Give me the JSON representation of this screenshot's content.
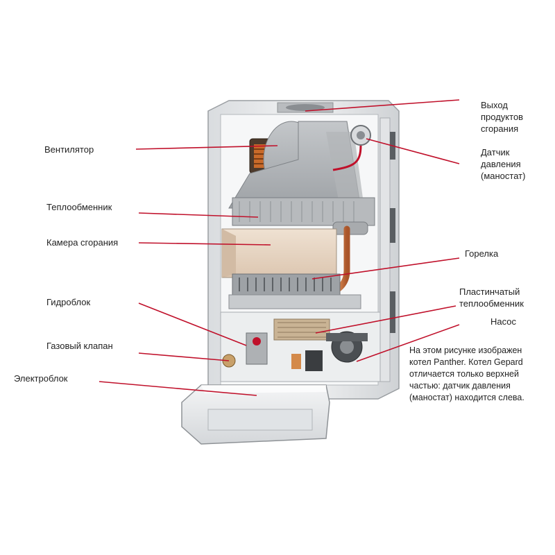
{
  "labels": {
    "exhaust_outlet": [
      "Выход",
      "продуктов",
      "сгорания"
    ],
    "fan": "Вентилятор",
    "pressure_sensor": [
      "Датчик",
      "давления",
      "(маностат)"
    ],
    "heat_exchanger": "Теплообменник",
    "combustion_chamber": "Камера сгорания",
    "burner": "Горелка",
    "hydro_block": "Гидроблок",
    "plate_heat_exchanger": [
      "Пластинчатый",
      "теплообменник"
    ],
    "pump": "Насос",
    "gas_valve": "Газовый клапан",
    "electro_block": "Электроблок"
  },
  "note": [
    "На этом рисунке изображен",
    "котел Panther.  Котел Gepard",
    "отличается только верхней",
    "частью: датчик давления",
    "(маностат) находится слева."
  ],
  "colors": {
    "leader_line": "#c0102a",
    "text": "#222222",
    "casing": "#e8eaec",
    "copper": "#c8703a"
  }
}
